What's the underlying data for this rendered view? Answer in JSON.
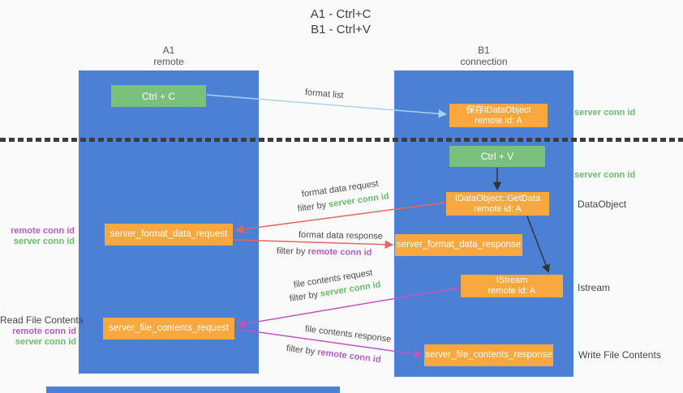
{
  "title": {
    "line1": "A1 - Ctrl+C",
    "line2": "B1 - Ctrl+V"
  },
  "lanes": {
    "a1": {
      "name": "A1",
      "subtitle": "remote"
    },
    "b1": {
      "name": "B1",
      "subtitle": "connection"
    }
  },
  "nodes": {
    "ctrl_c": {
      "label": "Ctrl + C"
    },
    "ctrl_v": {
      "label": "Ctrl + V"
    },
    "save_dataobject": {
      "line1": "保存IDataObject",
      "line2": "remote id: A"
    },
    "getdata": {
      "line1": "IDataObject::GetData",
      "line2": "remote id: A"
    },
    "istream": {
      "line1": "IStream",
      "line2": "remote id: A"
    },
    "server_format_data_request": {
      "label": "server_format_data_request"
    },
    "server_format_data_response": {
      "label": "server_format_data_response"
    },
    "server_file_contents_request": {
      "label": "server_file_contents_request"
    },
    "server_file_contents_response": {
      "label": "server_file_contents_response"
    }
  },
  "side_labels": {
    "server_conn_id_top": "server conn id",
    "server_conn_id_mid": "server conn id",
    "dataobject": "DataObject",
    "istream": "Istream",
    "write_file_contents": "Write File Contents",
    "read_file_contents": "Read File Contents",
    "remote_conn_id_top": "remote conn id",
    "server_conn_id_left_top": "server conn id",
    "remote_conn_id_bottom": "remote conn id",
    "server_conn_id_left_bottom": "server conn id"
  },
  "arrow_labels": {
    "format_list": "format list",
    "format_data_request": "format data request",
    "format_data_response": "format data response",
    "file_contents_request": "file contents request",
    "file_contents_response": "file contents response",
    "filter_by": "filter by",
    "server_conn_id": "server conn id",
    "remote_conn_id": "remote conn id"
  },
  "colors": {
    "lane_blue": "#4b80d5",
    "green_box": "#7ac17e",
    "orange_box": "#f8a83e",
    "green_text": "#67bd6b",
    "purple_text": "#b55cc5",
    "red_arrow": "#e8645f",
    "magenta_arrow": "#c054c4",
    "light_blue_arrow": "#a6d2ef",
    "black_arrow": "#333333"
  }
}
